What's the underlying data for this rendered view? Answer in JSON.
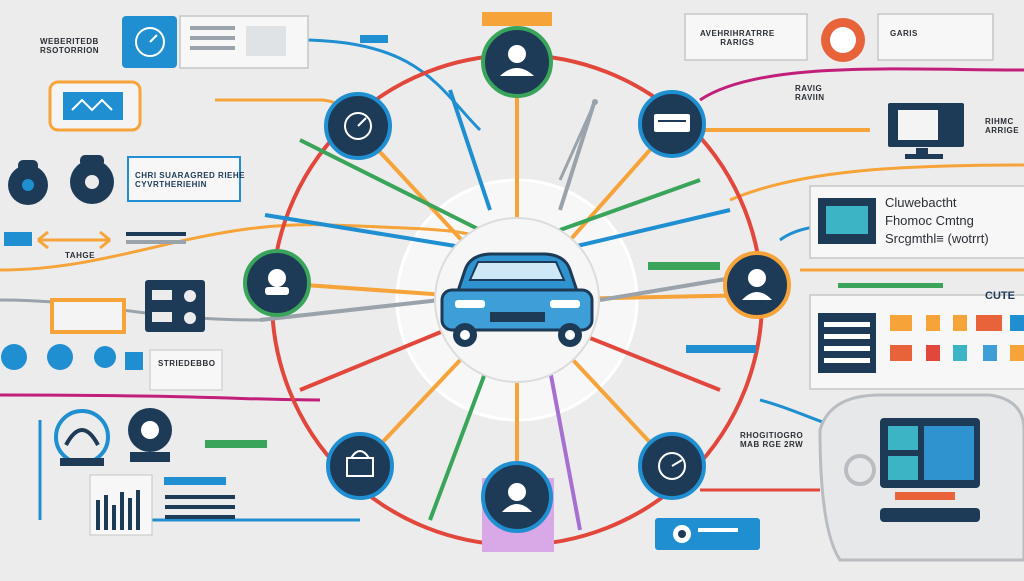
{
  "labels": {
    "top_left": "WEBERITEDB\nRSOTORRION",
    "top_right_box": "AVEHRIHRATRRE\nRARIGS",
    "top_right_small": "GARIS",
    "left_callout": "CHRI SUARAGRED RIEHE\nCYVRTHERIEHIN",
    "left_tiny": "TAHGE",
    "mid_right_tiny": "RAVIG\nRAVIIN",
    "far_right_tiny": "RIHMC\nARRIGE",
    "right_card_line1": "Cluwebactht",
    "right_card_line2": "Fhomoc Cmtng",
    "right_card_line3": "Srcgmthl≡ (wotrrt)",
    "right_tab": "CUTE",
    "left_bottom_label": "STRIEDEBBO",
    "bottom_right_label": "RHOGITIOGRO\nMAB RGE 2RW"
  },
  "colors": {
    "blue": "#1f8fd1",
    "navy": "#1d3b57",
    "orange": "#f6a33a",
    "red": "#e2473b",
    "green": "#3aa55a",
    "magenta": "#c21f7a",
    "purple": "#a76fcf",
    "teal": "#3cb4c6"
  },
  "icons": [
    "car-icon",
    "user-icon",
    "gauge-icon",
    "document-icon",
    "person-icon",
    "clock-icon",
    "face-icon",
    "headphones-icon",
    "lock-icon",
    "monitor-icon",
    "camera-icon",
    "tablet-icon"
  ]
}
